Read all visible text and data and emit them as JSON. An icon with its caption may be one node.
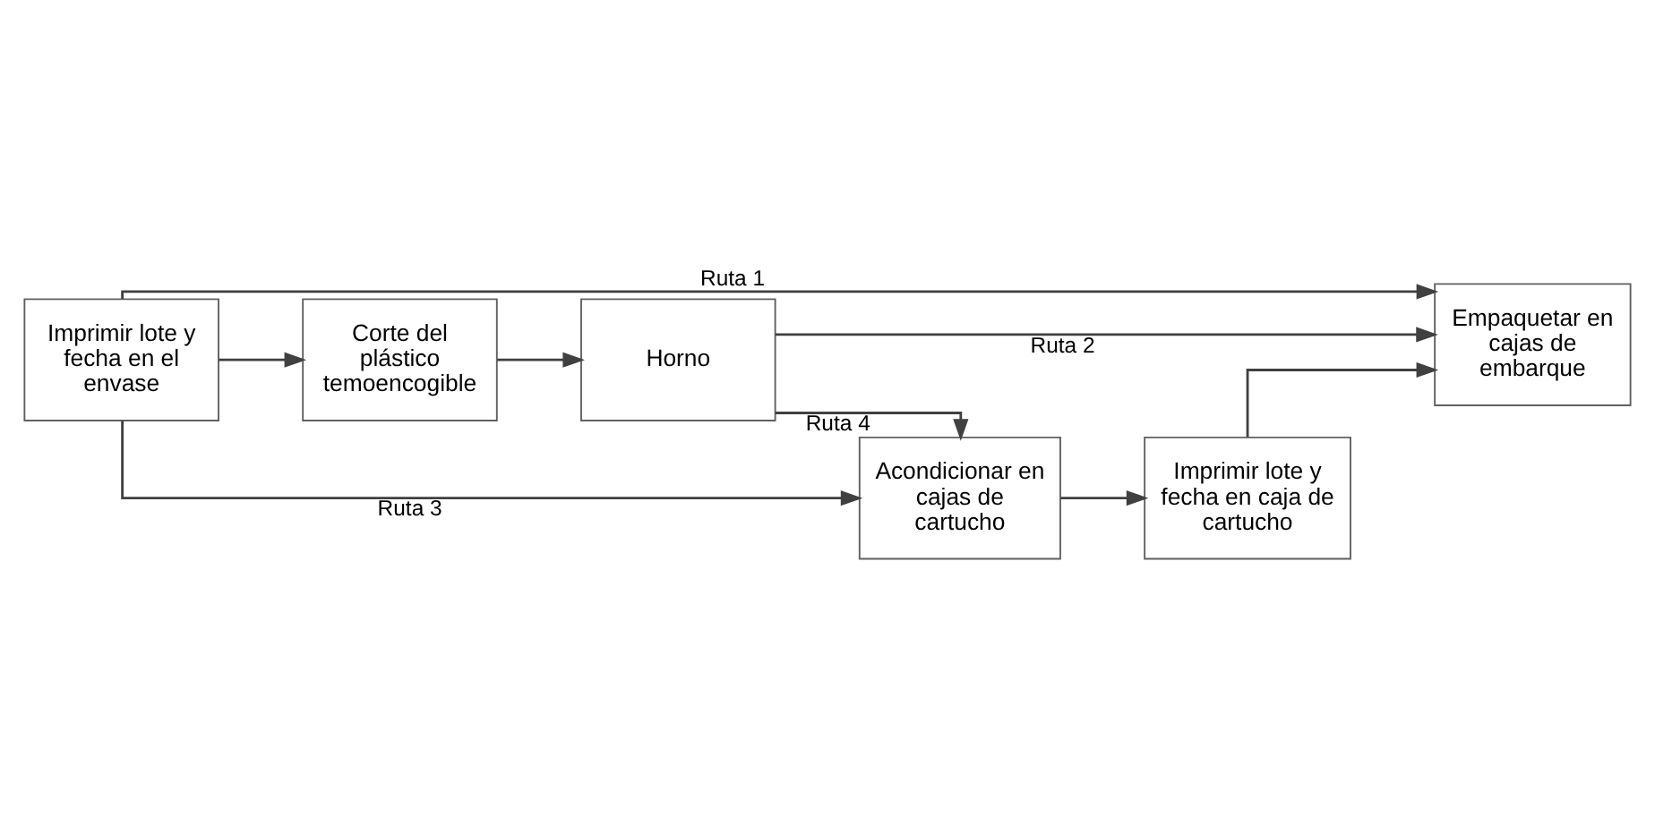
{
  "diagram": {
    "nodes": [
      {
        "text": [
          "Imprimir lote y fecha en el envase"
        ]
      },
      {
        "text": [
          "Empaquetar en cajas de embarque"
        ]
      },
      {
        "text": [
          "Corte del plástico temoencogible"
        ]
      },
      {
        "text": [
          "Horno"
        ]
      },
      {
        "text": [
          "Acondicionar en cajas de cartucho"
        ]
      },
      {
        "text": [
          "Imprimir lote y fecha en caja de cartucho"
        ]
      }
    ],
    "edges": [
      {
        "from": 0,
        "to": 1,
        "arrow": "to",
        "label": "Ruta 1"
      },
      {
        "from": 0,
        "to": 2,
        "arrow": "to"
      },
      {
        "from": 2,
        "to": 3,
        "arrow": "to"
      },
      {
        "from": 3,
        "to": 1,
        "arrow": "to",
        "label": "Ruta 2"
      },
      {
        "from": 3,
        "to": 4,
        "arrow": "to",
        "label": "Ruta 4"
      },
      {
        "from": 0,
        "to": 4,
        "arrow": "to",
        "label": "Ruta 3"
      },
      {
        "from": 4,
        "to": 5,
        "arrow": "to"
      },
      {
        "from": 5,
        "to": 1,
        "arrow": "to"
      }
    ]
  }
}
